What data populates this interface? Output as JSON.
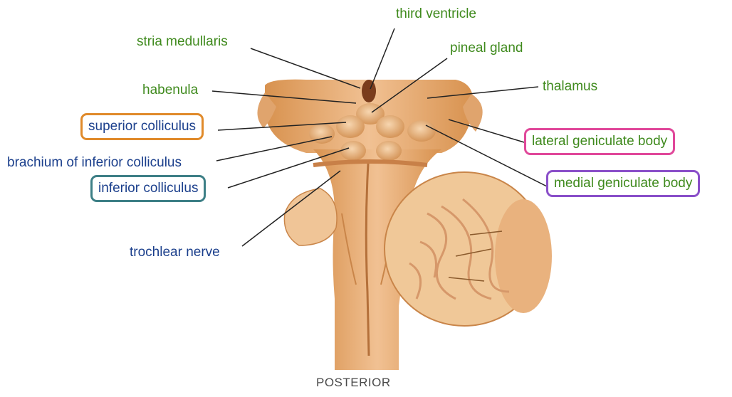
{
  "labels": {
    "third_ventricle": "third ventricle",
    "stria_medullaris": "stria medullaris",
    "pineal_gland": "pineal gland",
    "habenula": "habenula",
    "thalamus": "thalamus",
    "superior_colliculus": "superior colliculus",
    "brachium_inferior_colliculus": "brachium of inferior colliculus",
    "inferior_colliculus": "inferior colliculus",
    "lateral_geniculate_body": "lateral geniculate body",
    "medial_geniculate_body": "medial geniculate body",
    "trochlear_nerve": "trochlear nerve"
  },
  "caption": "POSTERIOR",
  "colors": {
    "label_green": "#3f8a1d",
    "label_blue": "#1b3f8c",
    "box_superior": "#e08a2a",
    "box_inferior": "#3d7f86",
    "box_lateral": "#e0489a",
    "box_medial": "#8a4fc9",
    "tissue": "#e3a168",
    "tissue_light": "#f3caa0",
    "tissue_dark": "#b86f35"
  }
}
